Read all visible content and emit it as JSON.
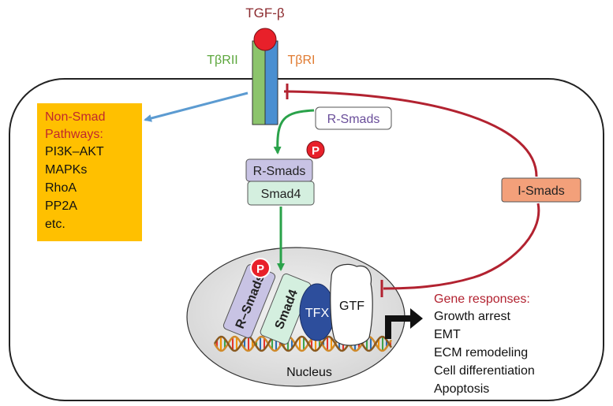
{
  "ligand": {
    "label": "TGF-β"
  },
  "receptors": {
    "type2": "TβRII",
    "type1": "TβRI"
  },
  "non_smad": {
    "title_line1": "Non-Smad",
    "title_line2": "Pathways:",
    "items": [
      "PI3K–AKT",
      "MAPKs",
      "RhoA",
      "PP2A",
      "etc."
    ]
  },
  "r_smads_cytoplasm": "R-Smads",
  "complex": {
    "r_smads": "R-Smads",
    "smad4": "Smad4",
    "phospho": "P"
  },
  "i_smads": "I-Smads",
  "nucleus": {
    "label": "Nucleus",
    "r_smads": "R–Smads",
    "smad4": "Smad4",
    "phospho": "P",
    "tfx": "TFX",
    "gtf": "GTF"
  },
  "gene_responses": {
    "title": "Gene responses:",
    "items": [
      "Growth arrest",
      "EMT",
      "ECM remodeling",
      "Cell differentiation",
      "Apoptosis"
    ]
  },
  "colors": {
    "receptor_ii": "#8cc46c",
    "receptor_i": "#4a8fd1",
    "ligand": "#e8202a",
    "non_smad_box": "#ffc000",
    "non_smad_title": "#c0282d",
    "inhibition": "#b22230",
    "activation_arrow": "#2aa24a",
    "blue_arrow": "#5c9bd1",
    "r_smads_text": "#6a4e9a",
    "i_smads_fill": "#f3a07a",
    "tfx_fill": "#2d4e9c",
    "gene_title": "#b22230"
  }
}
